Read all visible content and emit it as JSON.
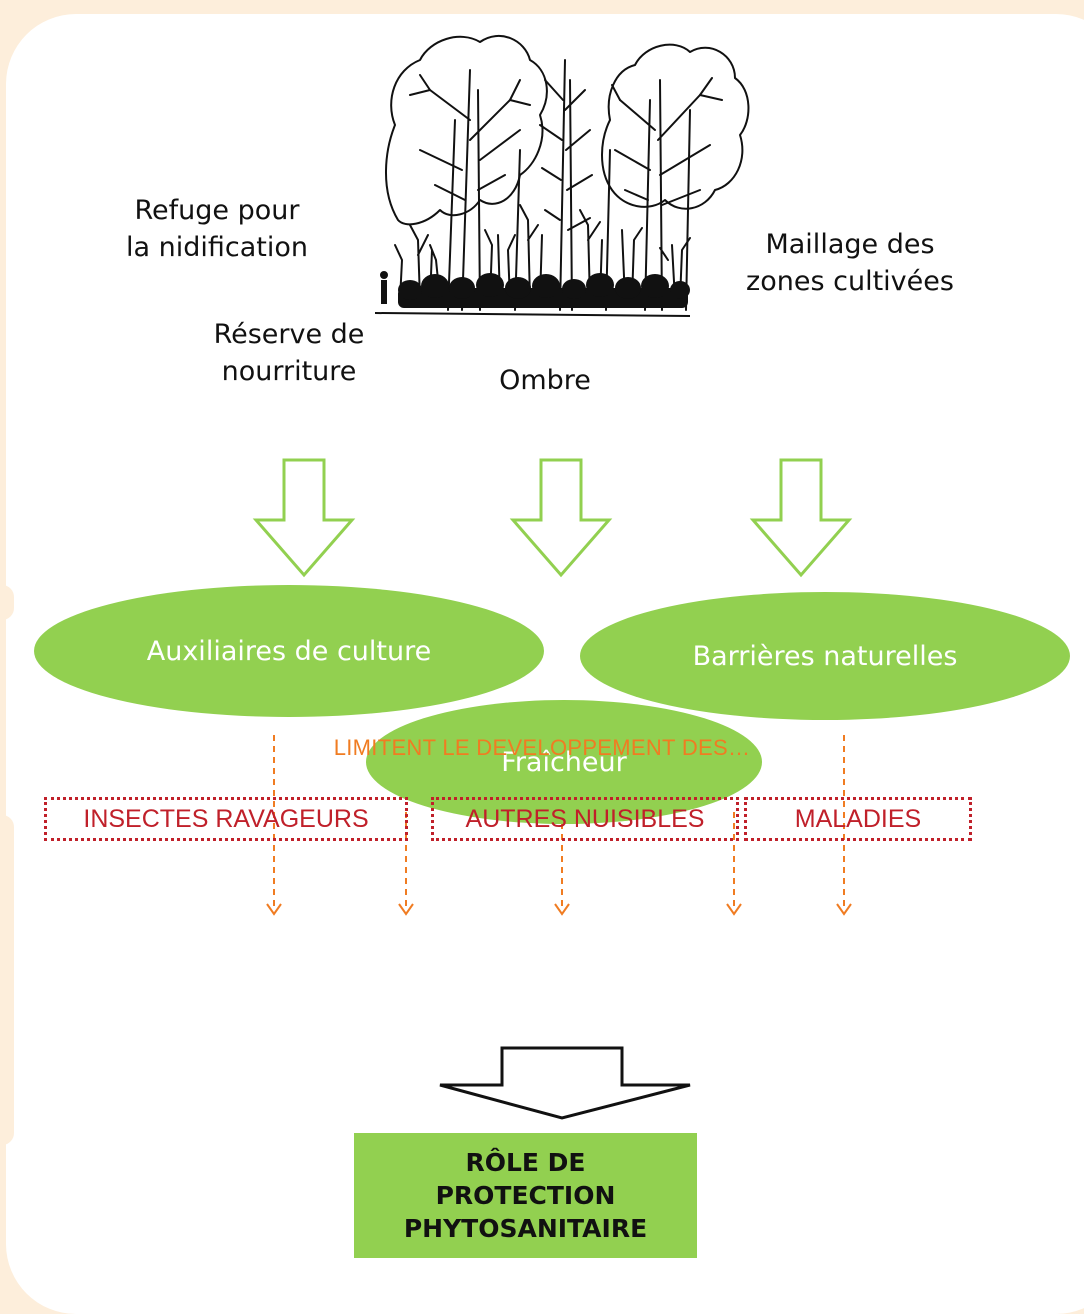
{
  "labels": {
    "refuge": [
      "Refuge pour",
      "la nidification"
    ],
    "reserve": [
      "Réserve de",
      "nourriture"
    ],
    "ombre": "Ombre",
    "maillage": [
      "Maillage des",
      "zones cultivées"
    ]
  },
  "ellipses": {
    "auxiliaires": "Auxiliaires de culture",
    "barrieres": "Barrières naturelles",
    "fraicheur": "Fraîcheur"
  },
  "limit_text": "LIMITENT LE DEVELOPPEMENT DES…",
  "boxes": [
    "INSECTES RAVAGEURS",
    "AUTRES NUISIBLES",
    "MALADIES"
  ],
  "result": [
    "RÔLE DE",
    "PROTECTION",
    "PHYTOSANITAIRE"
  ],
  "colors": {
    "background": "#fdeedb",
    "green": "#92d050",
    "orange": "#f07c22",
    "red": "#c0202a"
  },
  "icons": {
    "hedge": "hedge-trees-illustration"
  }
}
